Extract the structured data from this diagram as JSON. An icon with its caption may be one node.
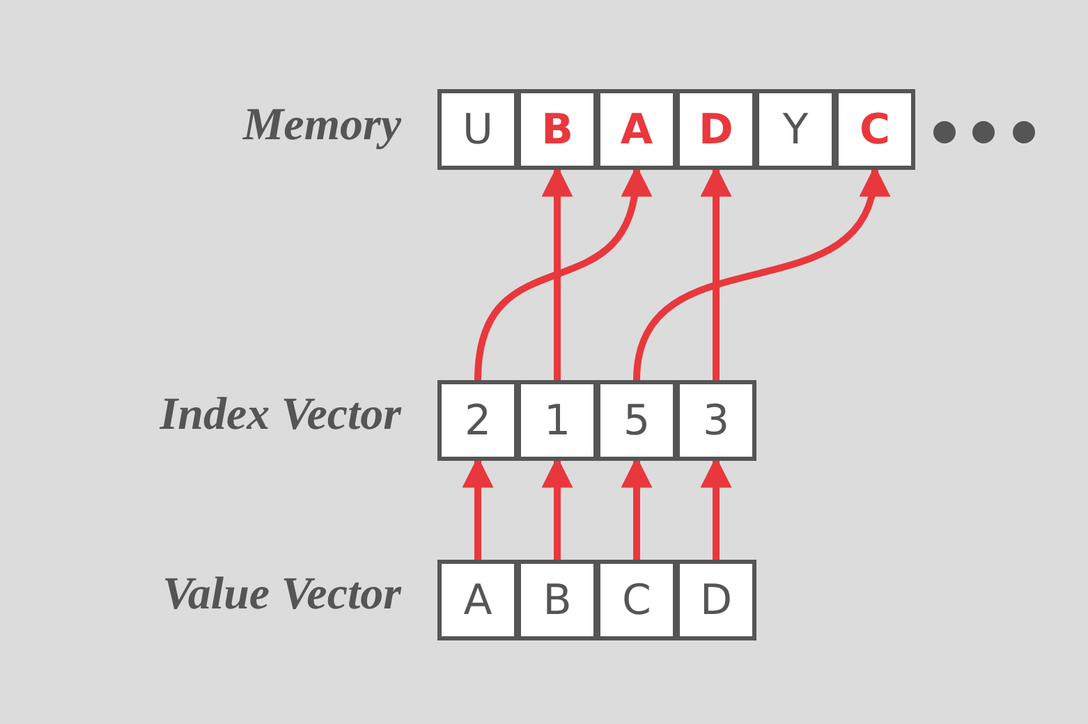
{
  "diagram": {
    "nodes": [
      {
        "text": [
          "U"
        ]
      },
      {
        "text": [
          "B"
        ]
      },
      {
        "text": [
          "A"
        ]
      },
      {
        "text": [
          "D"
        ]
      },
      {
        "text": [
          "Y"
        ]
      },
      {
        "text": [
          "C"
        ]
      },
      {
        "text": [
          "2"
        ]
      },
      {
        "text": [
          "1"
        ]
      },
      {
        "text": [
          "5"
        ]
      },
      {
        "text": [
          "3"
        ]
      },
      {
        "text": [
          "A"
        ]
      },
      {
        "text": [
          "B"
        ]
      },
      {
        "text": [
          "C"
        ]
      },
      {
        "text": [
          "D"
        ]
      }
    ],
    "edges": [
      {
        "from": 10,
        "to": 6,
        "arrow": "to"
      },
      {
        "from": 11,
        "to": 7,
        "arrow": "to"
      },
      {
        "from": 12,
        "to": 8,
        "arrow": "to"
      },
      {
        "from": 13,
        "to": 9,
        "arrow": "to"
      },
      {
        "from": 6,
        "to": 2,
        "arrow": "to"
      },
      {
        "from": 7,
        "to": 1,
        "arrow": "to"
      },
      {
        "from": 8,
        "to": 5,
        "arrow": "to"
      },
      {
        "from": 9,
        "to": 3,
        "arrow": "to"
      }
    ],
    "labels": [
      "Memory",
      "Index Vector",
      "Value Vector"
    ]
  }
}
